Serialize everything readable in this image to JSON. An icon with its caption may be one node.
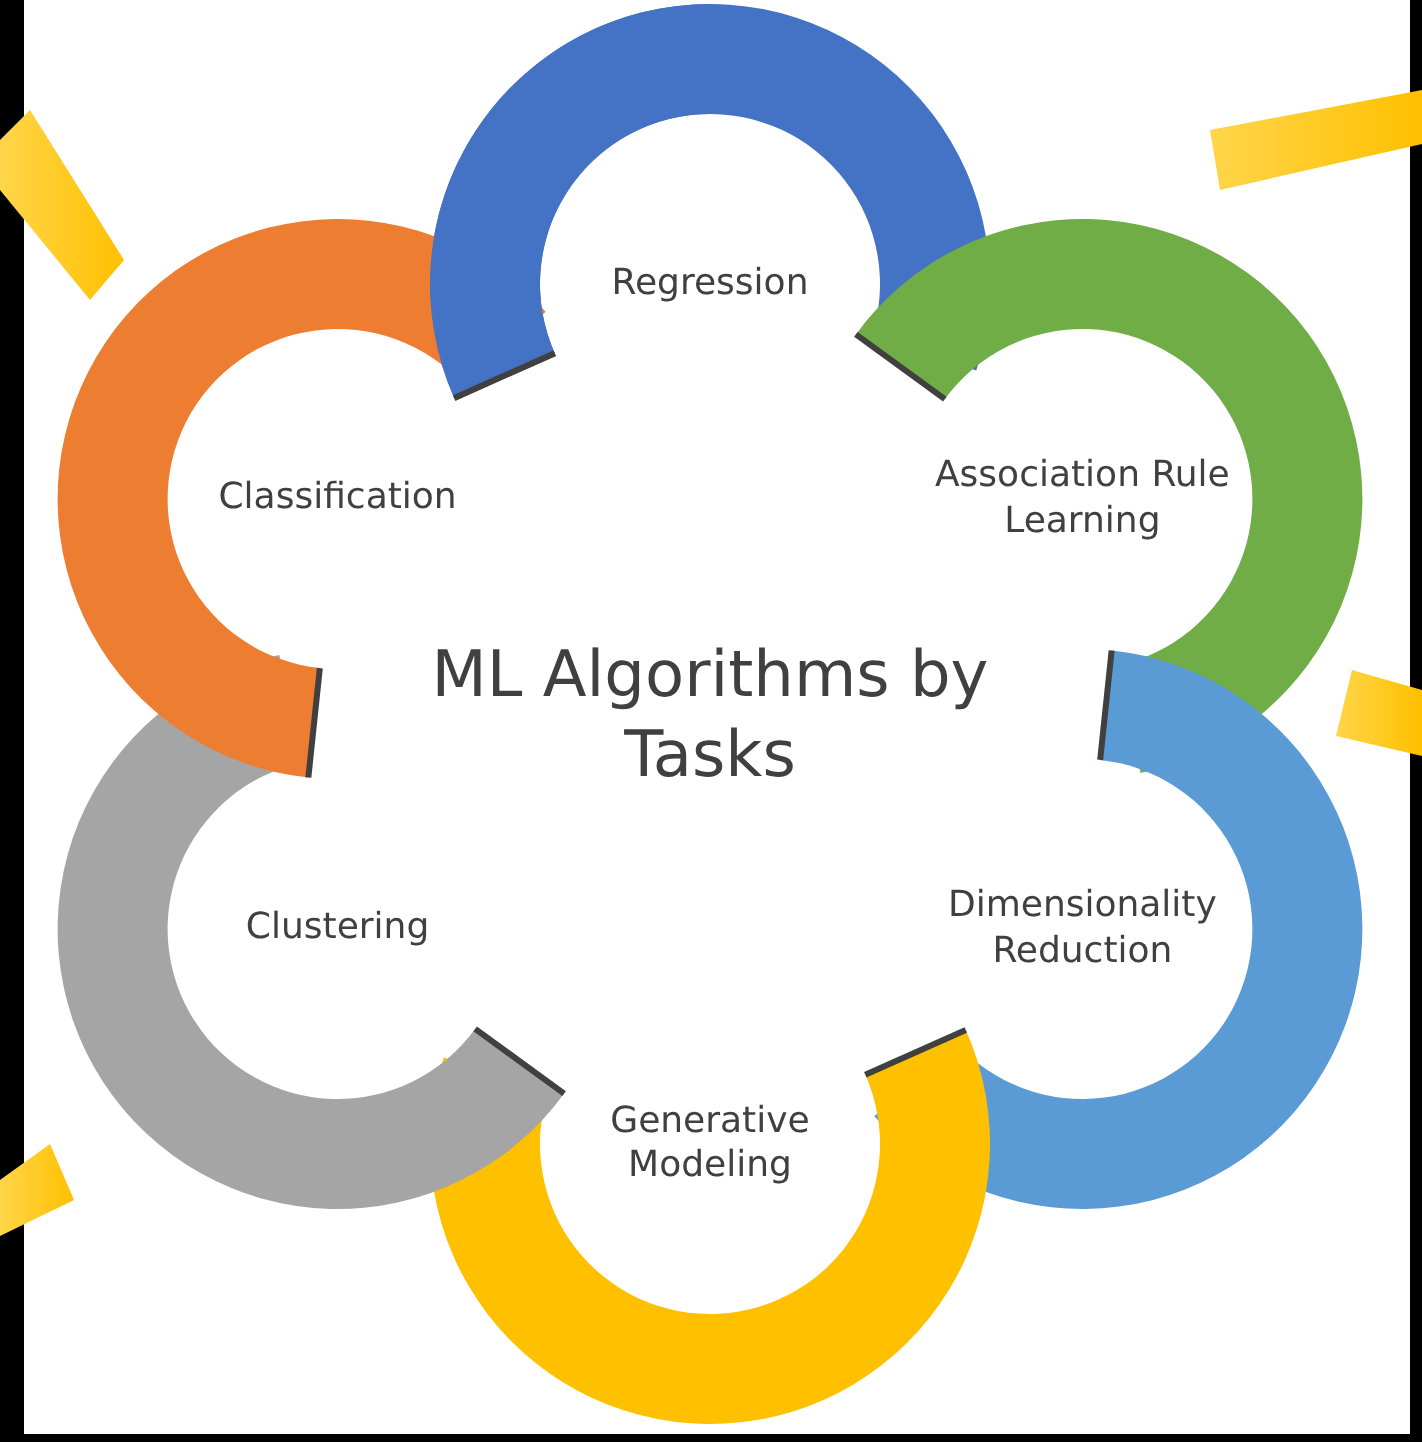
{
  "diagram": {
    "nodes": [
      {
        "text": [
          "ML Algorithms by Tasks"
        ]
      },
      {
        "text": [
          "Regression"
        ]
      },
      {
        "text": [
          "Association Rule Learning"
        ]
      },
      {
        "text": [
          "Dimensionality Reduction"
        ]
      },
      {
        "text": [
          "Generative Modeling"
        ]
      },
      {
        "text": [
          "Clustering"
        ]
      },
      {
        "text": [
          "Classification"
        ]
      }
    ],
    "edges": []
  }
}
